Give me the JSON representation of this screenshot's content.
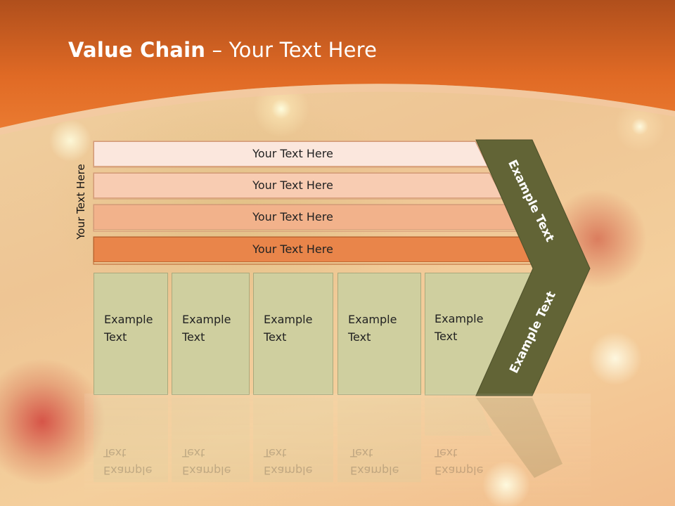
{
  "slide": {
    "title_bold": "Value Chain",
    "title_rest": " – Your Text Here",
    "side_label": "Your Text Here",
    "bars": [
      {
        "label": "Your Text Here",
        "color": "#fbe7dd"
      },
      {
        "label": "Your Text Here",
        "color": "#f8ccb2"
      },
      {
        "label": "Your Text Here",
        "color": "#f2b28b"
      },
      {
        "label": "Your Text Here",
        "color": "#e9854a"
      }
    ],
    "columns": [
      {
        "label": "Example\nText"
      },
      {
        "label": "Example\nText"
      },
      {
        "label": "Example\nText"
      },
      {
        "label": "Example\nText"
      },
      {
        "label": "Example\nText"
      }
    ],
    "chevron_upper_label": "Example Text",
    "chevron_lower_label": "Example Text",
    "colors": {
      "header_orange": "#e2712a",
      "chevron_olive": "#626436",
      "column_fill": "#cfcf9f"
    }
  }
}
